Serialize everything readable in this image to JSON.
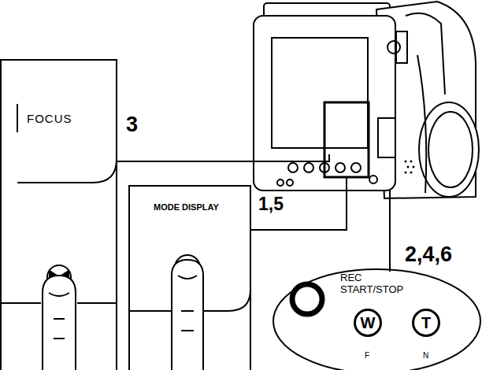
{
  "diagram": {
    "nodes": [
      {
        "text": [
          "FOCUS"
        ]
      },
      {
        "text": [
          "MODE DISPLAY"
        ]
      },
      {
        "text": [
          "REC START/STOP"
        ]
      },
      {
        "text": [
          "W"
        ],
        "in": 2
      },
      {
        "text": [
          "T"
        ],
        "in": 2
      }
    ],
    "labels": [
      "3",
      "1,5",
      "2,4,6",
      "F",
      "N"
    ]
  }
}
